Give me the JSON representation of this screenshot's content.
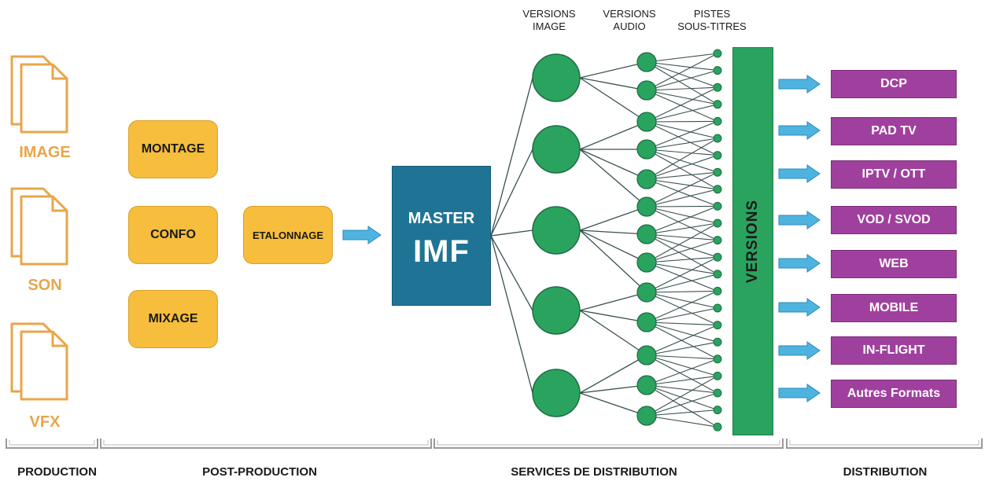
{
  "production": {
    "files": [
      {
        "label": "IMAGE",
        "icon": "file-icon"
      },
      {
        "label": "SON",
        "icon": "file-icon"
      },
      {
        "label": "VFX",
        "icon": "file-icon"
      }
    ]
  },
  "post_production": {
    "steps": [
      "MONTAGE",
      "CONFO",
      "MIXAGE"
    ],
    "grading": "ETALONNAGE"
  },
  "master": {
    "line1": "MASTER",
    "line2": "IMF"
  },
  "distribution_services": {
    "headers": {
      "image": "VERSIONS\nIMAGE",
      "audio": "VERSIONS\nAUDIO",
      "subtitles": "PISTES\nSOUS-TITRES"
    },
    "versions_label": "VERSIONS"
  },
  "distribution": {
    "formats": [
      "DCP",
      "PAD TV",
      "IPTV / OTT",
      "VOD / SVOD",
      "WEB",
      "MOBILE",
      "IN-FLIGHT",
      "Autres Formats"
    ]
  },
  "phases": [
    "PRODUCTION",
    "POST-PRODUCTION",
    "SERVICES DE DISTRIBUTION",
    "DISTRIBUTION"
  ],
  "colors": {
    "file": "#e8a64a",
    "post": "#f7bd3c",
    "master": "#1f7496",
    "node": "#2aa35e",
    "format": "#a0409e",
    "arrow": "#4fb3e0"
  }
}
